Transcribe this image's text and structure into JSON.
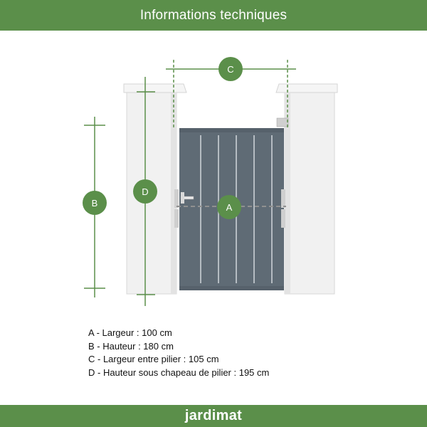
{
  "header": {
    "title": "Informations techniques"
  },
  "badges": {
    "a": "A",
    "b": "B",
    "c": "C",
    "d": "D"
  },
  "specs": [
    "A - Largeur : 100 cm",
    "B - Hauteur : 180 cm",
    "C - Largeur entre pilier : 105 cm",
    "D - Hauteur sous chapeau de pilier : 195 cm"
  ],
  "footer": {
    "brand": "jardimat"
  },
  "colors": {
    "accent_green": "#5b8f4a",
    "gate_gray": "#5f6b75",
    "pillar_white": "#f1f1f1"
  }
}
